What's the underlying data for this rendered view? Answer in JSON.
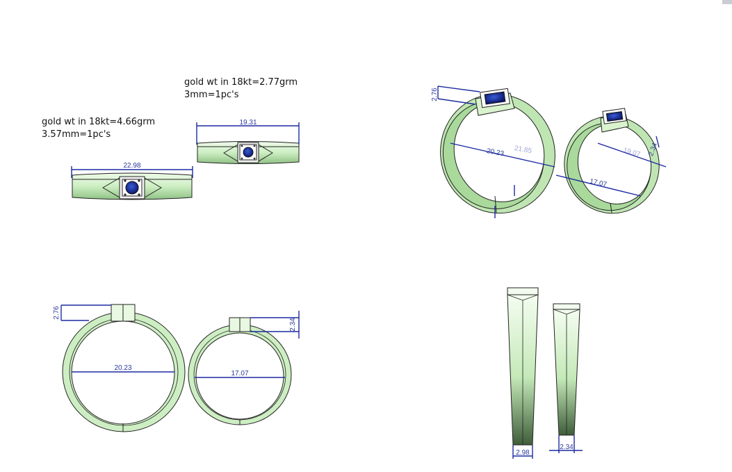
{
  "notes": {
    "large_ring_weight": "gold wt in 18kt=4.66grm",
    "large_ring_stone": "3.57mm=1pc's",
    "small_ring_weight": "gold wt in 18kt=2.77grm",
    "small_ring_stone": "3mm=1pc's"
  },
  "dimensions": {
    "top_large_width": "22.98",
    "top_small_width": "19.31",
    "persp_large_height": "2.76",
    "persp_large_diameter": "20.23",
    "persp_large_diameter_ghost": "21.85",
    "persp_small_height": "2.34",
    "persp_small_diameter": "17.07",
    "persp_small_diameter_ghost": "19.07",
    "front_large_height": "2.76",
    "front_large_diameter": "20.23",
    "front_small_height": "2.34",
    "front_small_diameter": "17.07",
    "side_large_width": "2.98",
    "side_small_width": "2.34"
  },
  "colors": {
    "metal": "#cdeec3",
    "metal_shade": "#8fc285",
    "stone": "#1d2f9e",
    "dimension": "#1c2aa0"
  }
}
